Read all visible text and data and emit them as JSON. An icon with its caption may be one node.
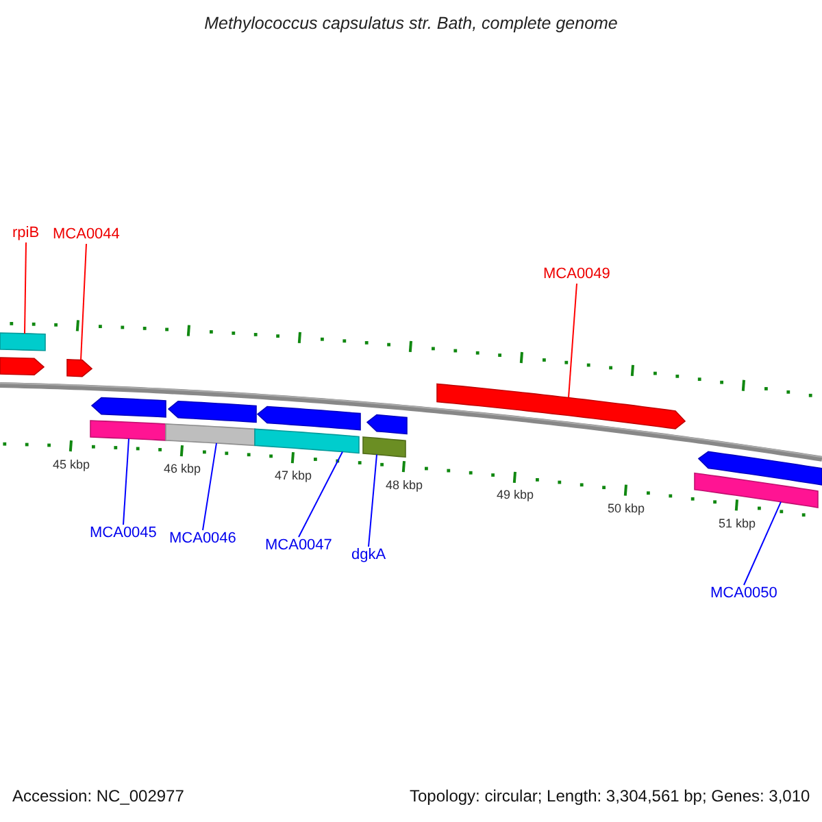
{
  "diagram": {
    "title": "Methylococcus capsulatus str. Bath, complete genome",
    "nodes": [
      {
        "text": [
          "rpiB"
        ]
      },
      {
        "text": [
          "MCA0044"
        ]
      },
      {
        "text": [
          "MCA0049"
        ]
      },
      {
        "text": [
          "MCA0045"
        ]
      },
      {
        "text": [
          "MCA0046"
        ]
      },
      {
        "text": [
          "MCA0047"
        ]
      },
      {
        "text": [
          "dgkA"
        ]
      },
      {
        "text": [
          "MCA0050"
        ]
      },
      {
        "text": [],
        "shape": "bar"
      },
      {
        "text": [],
        "shape": "arrow"
      },
      {
        "text": [],
        "shape": "arrow"
      },
      {
        "text": [],
        "shape": "bar"
      },
      {
        "text": [],
        "shape": "arrow"
      },
      {
        "text": [],
        "shape": "bar"
      },
      {
        "text": [],
        "shape": "arrow"
      },
      {
        "text": [],
        "shape": "bar"
      },
      {
        "text": [],
        "shape": "arrow"
      },
      {
        "text": [],
        "shape": "bar"
      },
      {
        "text": [],
        "shape": "arrow"
      },
      {
        "text": [],
        "shape": "arrow"
      },
      {
        "text": [],
        "shape": "bar"
      },
      {
        "text": [],
        "shape": "arrow"
      }
    ],
    "edges": [
      {
        "from": 0,
        "to": 8,
        "arrow": "none",
        "color": "#ff0000"
      },
      {
        "from": 1,
        "to": 10,
        "arrow": "none",
        "color": "#ff0000"
      },
      {
        "from": 2,
        "to": 19,
        "arrow": "none",
        "color": "#ff0000"
      },
      {
        "from": 3,
        "to": 11,
        "arrow": "none"
      },
      {
        "from": 4,
        "to": 13,
        "arrow": "none"
      },
      {
        "from": 5,
        "to": 15,
        "arrow": "none"
      },
      {
        "from": 6,
        "to": 17,
        "arrow": "none"
      },
      {
        "from": 7,
        "to": 20,
        "arrow": "none"
      }
    ],
    "labels": [
      "45 kbp",
      "46 kbp",
      "47 kbp",
      "48 kbp",
      "49 kbp",
      "50 kbp",
      "51 kbp",
      "Accession: NC_002977",
      "Topology: circular; Length: 3,304,561 bp; Genes: 3,010"
    ]
  }
}
